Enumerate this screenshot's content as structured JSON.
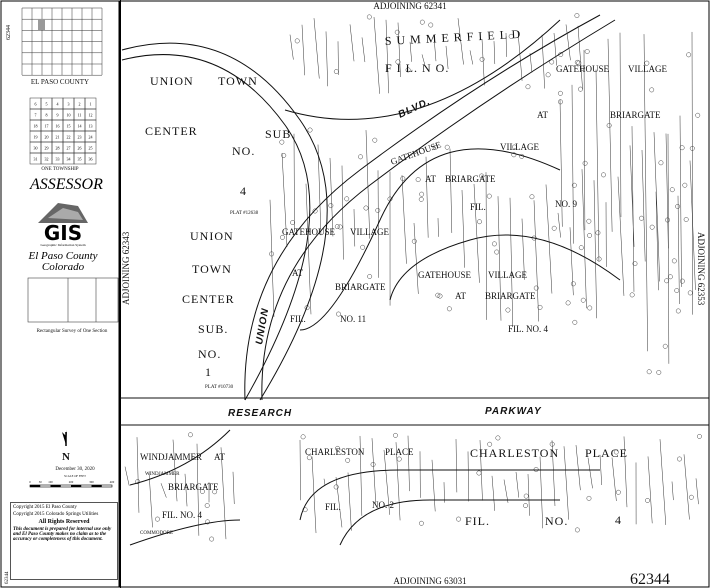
{
  "map_number": "62344",
  "sidebar": {
    "side_number": "62344",
    "county_grid_caption": "EL PASO COUNTY",
    "township_caption": "ONE TOWNSHIP",
    "township_sections": [
      "6",
      "5",
      "4",
      "3",
      "2",
      "1",
      "7",
      "8",
      "9",
      "10",
      "11",
      "12",
      "18",
      "17",
      "16",
      "15",
      "14",
      "13",
      "19",
      "20",
      "21",
      "22",
      "23",
      "24",
      "30",
      "29",
      "28",
      "27",
      "26",
      "25",
      "31",
      "32",
      "33",
      "34",
      "35",
      "36"
    ],
    "assessor": "ASSESSOR",
    "gis_logo": "GIS",
    "gis_subtitle": "Geographic Information System",
    "county_line1": "El Paso County",
    "county_line2": "Colorado",
    "section_caption": "Rectangular Survey of One Section",
    "north": "N",
    "date": "December 30, 2020",
    "scale_title": "SCALE OF FEET",
    "scale_ticks": [
      "0",
      "50",
      "100",
      "200",
      "300",
      "400"
    ],
    "copyright1": "Copyright 2015   El Paso County",
    "copyright2": "Copyright 2015   Colorado Springs Utilities",
    "rights": "All Rights Reserved",
    "disclaimer": "This document is prepared for internal use only and El Paso County makes no claim as to the accuracy or completeness of this document."
  },
  "map": {
    "adjoining_top": "ADJOINING 62341",
    "adjoining_left": "ADJOINING 62343",
    "adjoining_right": "ADJOINING 62353",
    "adjoining_bottom": "ADJOINING 63031",
    "roads": {
      "blvd": "BLVD.",
      "union": "UNION",
      "research": "RESEARCH",
      "parkway": "PARKWAY",
      "windjammer": "WINDJAMMER",
      "commodore": "COMMODORE"
    },
    "labels": {
      "summerfield": "S U M M E R F I E L D",
      "fil_no": "F I L.   N O.",
      "union": "UNION",
      "town": "TOWN",
      "center": "CENTER",
      "sub": "SUB.",
      "no": "NO.",
      "four": "4",
      "one": "1",
      "plat_12638": "PLAT #12638",
      "plat_10730": "PLAT #10730",
      "gatehouse": "GATEHOUSE",
      "village": "VILLAGE",
      "at": "AT",
      "briargate": "BRIARGATE",
      "fil": "FIL.",
      "no_9": "NO. 9",
      "no_11": "NO. 11",
      "fil_no_4": "FIL.  NO.  4",
      "charleston": "CHARLESTON",
      "place": "PLACE",
      "no_2": "NO. 2",
      "windjammer": "WINDJAMMER"
    }
  }
}
